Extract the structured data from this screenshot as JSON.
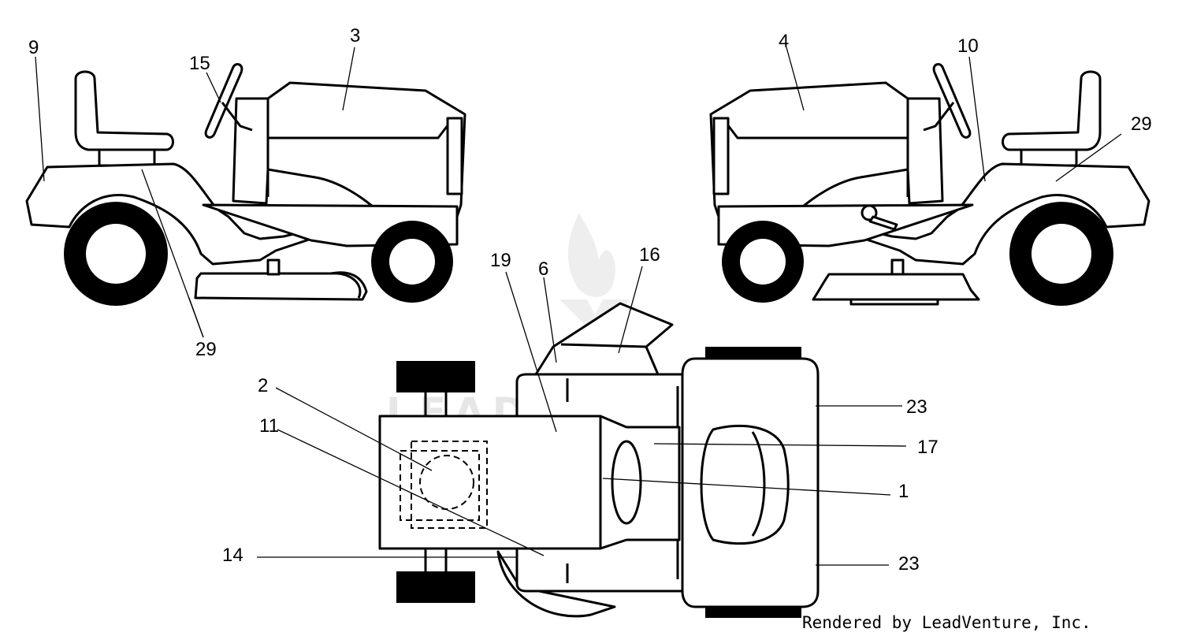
{
  "diagram": {
    "callouts": {
      "c9": "9",
      "c15": "15",
      "c3": "3",
      "c4": "4",
      "c10": "10",
      "c29_right": "29",
      "c29_left": "29",
      "c19": "19",
      "c6": "6",
      "c16": "16",
      "c2": "2",
      "c11": "11",
      "c14": "14",
      "c23_top": "23",
      "c17": "17",
      "c1": "1",
      "c23_bottom": "23"
    },
    "watermark": "LEADVENTURE",
    "credit": "Rendered by LeadVenture, Inc."
  }
}
